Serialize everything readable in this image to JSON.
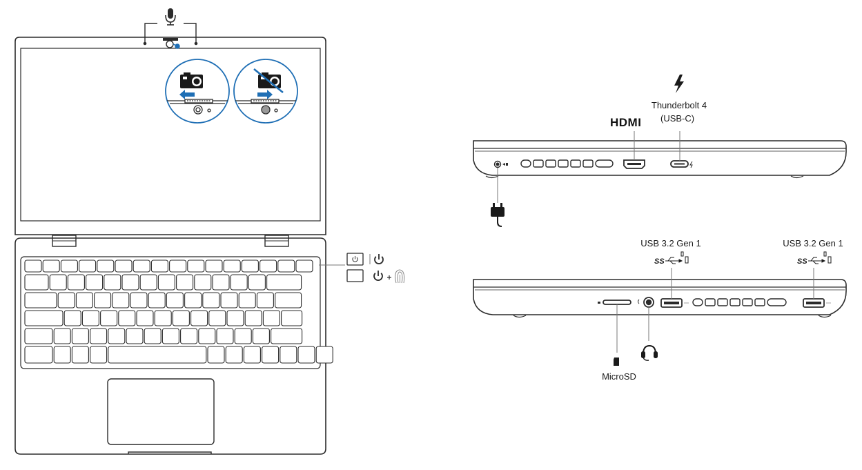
{
  "labels": {
    "thunderbolt": "Thunderbolt 4",
    "thunderbolt_sub": "(USB-C)",
    "hdmi_logo": "HDMI",
    "usb_left": "USB 3.2 Gen 1",
    "usb_right": "USB 3.2 Gen 1",
    "microsd": "MicroSD",
    "ss_logo_left": "SS",
    "ss_logo_right": "SS"
  },
  "colors": {
    "outline": "#2b2b2b",
    "accent_blue": "#1f6fb5",
    "muted": "#777777",
    "key_fill": "#ffffff"
  },
  "icons": {
    "microphone": "microphone-icon",
    "camera": "camera-icon",
    "camera_off": "camera-off-icon",
    "arrow_left": "arrow-left-icon",
    "arrow_right": "arrow-right-icon",
    "power": "power-icon",
    "fingerprint": "fingerprint-icon",
    "thunderbolt": "thunderbolt-bolt-icon",
    "power_plug": "power-plug-icon",
    "headset": "headset-icon",
    "sd_card": "sd-card-icon"
  }
}
